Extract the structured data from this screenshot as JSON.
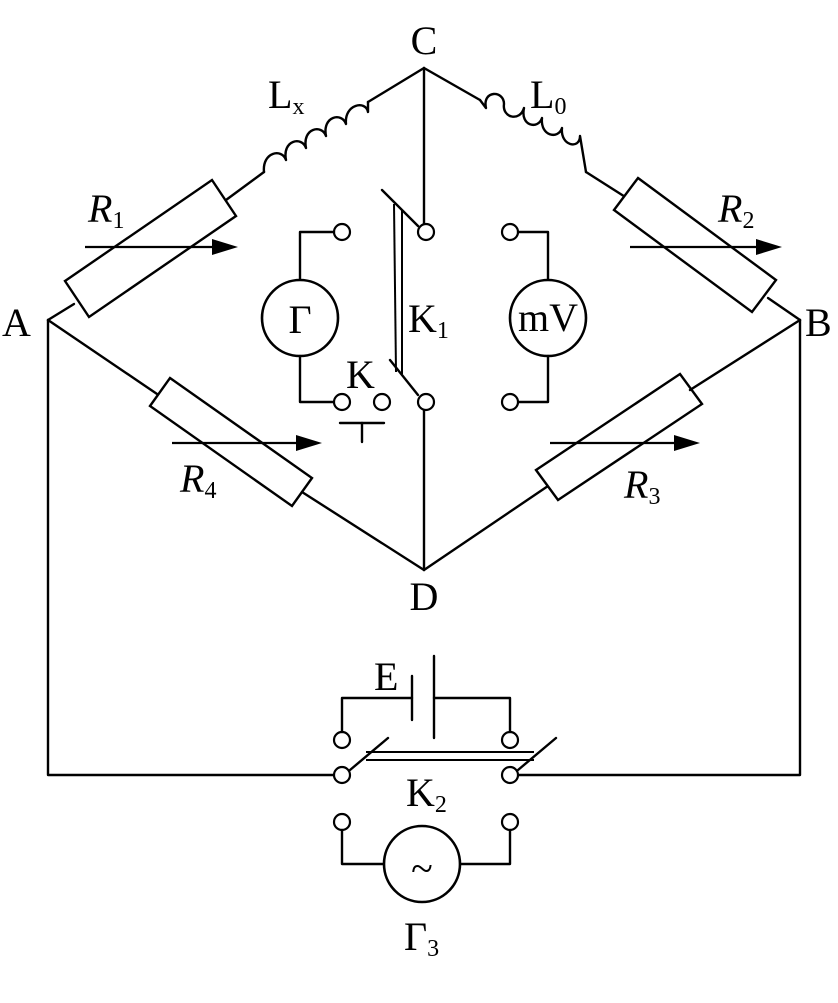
{
  "nodes": {
    "a": "A",
    "b": "B",
    "c": "C",
    "d": "D"
  },
  "inductors": {
    "lx": {
      "main": "L",
      "sub": "x"
    },
    "l0": {
      "main": "L",
      "sub": "0"
    }
  },
  "resistors": {
    "r1": {
      "main": "R",
      "sub": "1"
    },
    "r2": {
      "main": "R",
      "sub": "2"
    },
    "r3": {
      "main": "R",
      "sub": "3"
    },
    "r4": {
      "main": "R",
      "sub": "4"
    }
  },
  "switches": {
    "k": "K",
    "k1": {
      "main": "K",
      "sub": "1"
    },
    "k2": {
      "main": "K",
      "sub": "2"
    }
  },
  "instruments": {
    "galvanometer": "Γ",
    "millivoltmeter": "mV",
    "ac_generator": {
      "main": "Γ",
      "sub": "3"
    },
    "ac_symbol": "~"
  },
  "battery": "E"
}
